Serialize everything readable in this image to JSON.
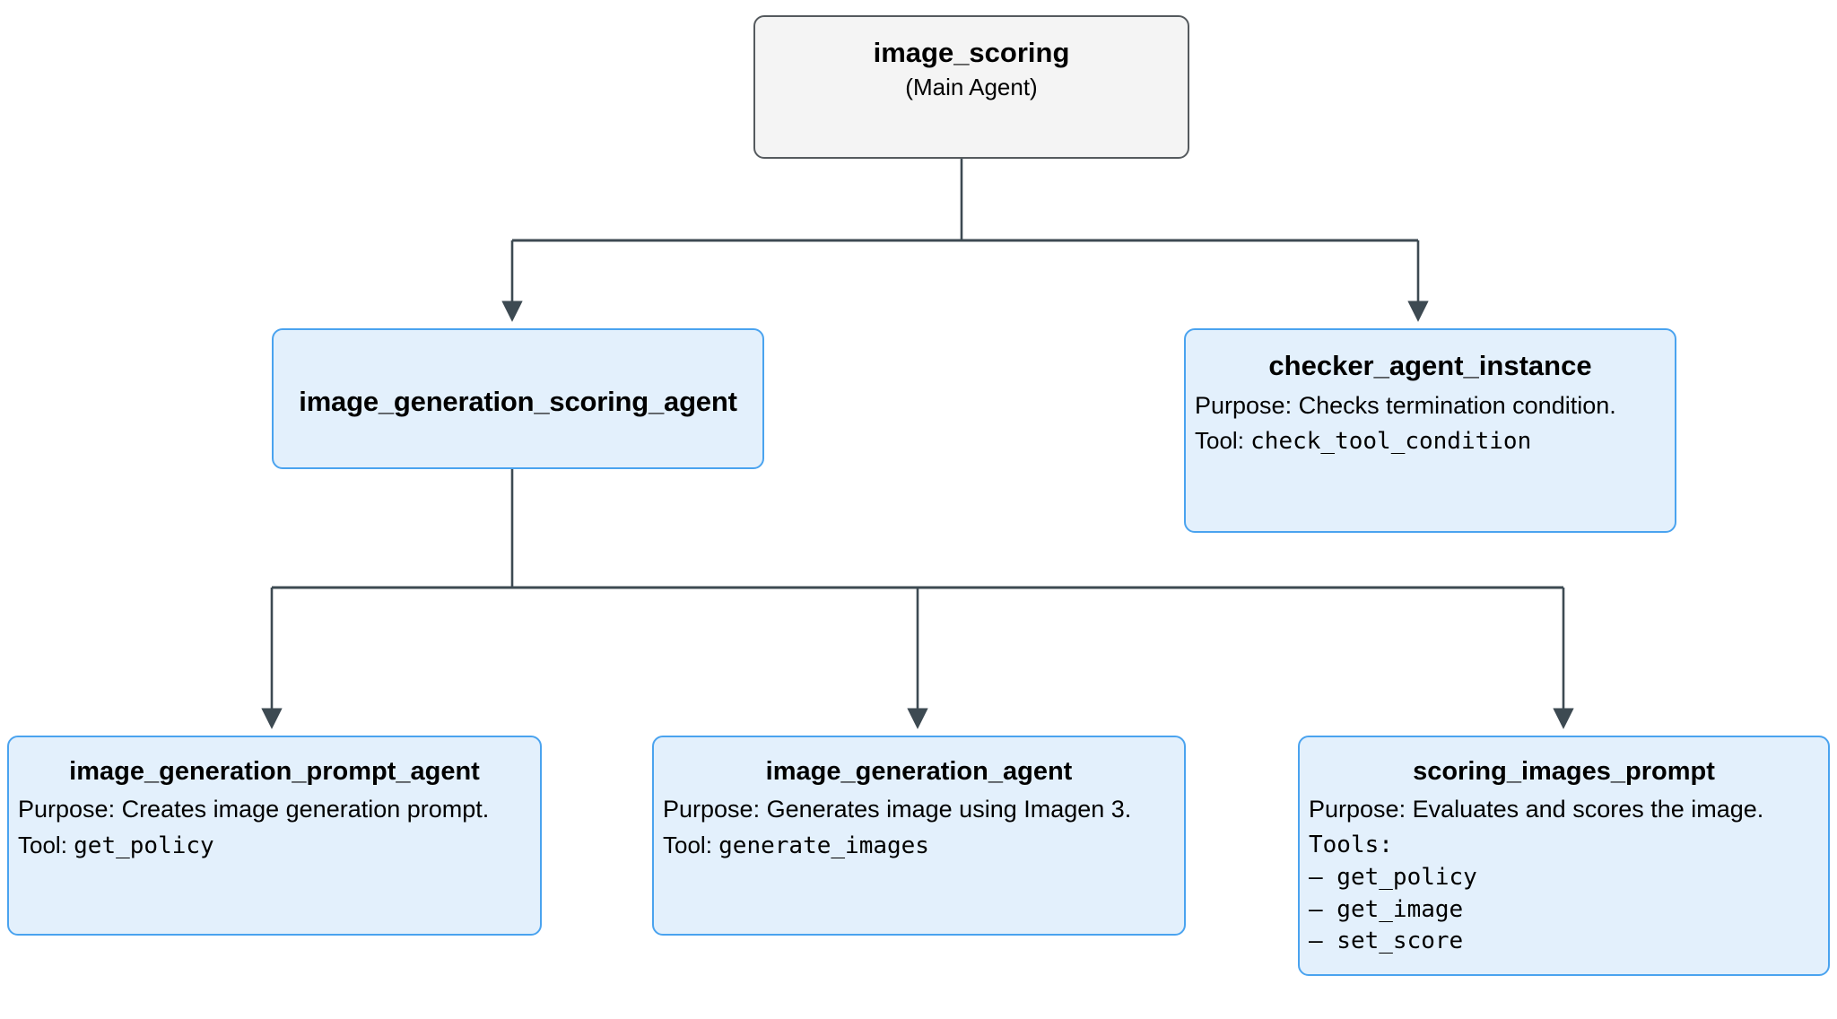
{
  "diagram": {
    "type": "agent-hierarchy-tree",
    "root": {
      "id": "image_scoring",
      "title": "image_scoring",
      "subtitle": "(Main Agent)"
    },
    "level2": [
      {
        "id": "image_generation_scoring_agent",
        "title": "image_generation_scoring_agent"
      },
      {
        "id": "checker_agent_instance",
        "title": "checker_agent_instance",
        "purpose": "Purpose: Checks termination condition.",
        "tool_label": "Tool: ",
        "tool": "check_tool_condition"
      }
    ],
    "level3": [
      {
        "id": "image_generation_prompt_agent",
        "title": "image_generation_prompt_agent",
        "purpose": "Purpose: Creates image generation prompt.",
        "tool_label": "Tool: ",
        "tool": "get_policy"
      },
      {
        "id": "image_generation_agent",
        "title": "image_generation_agent",
        "purpose": "Purpose: Generates image using Imagen 3.",
        "tool_label": "Tool: ",
        "tool": "generate_images"
      },
      {
        "id": "scoring_images_prompt",
        "title": "scoring_images_prompt",
        "purpose": "Purpose: Evaluates and scores the image.",
        "tools_label": "Tools:",
        "tools": [
          "– get_policy",
          "– get_image",
          "– set_score"
        ]
      }
    ],
    "colors": {
      "root_fill": "#f4f4f4",
      "root_border": "#555a5e",
      "agent_fill": "#e3f0fc",
      "agent_border": "#4aa3ef",
      "edge": "#3d4a52",
      "background": "#ffffff",
      "text": "#000000"
    }
  }
}
